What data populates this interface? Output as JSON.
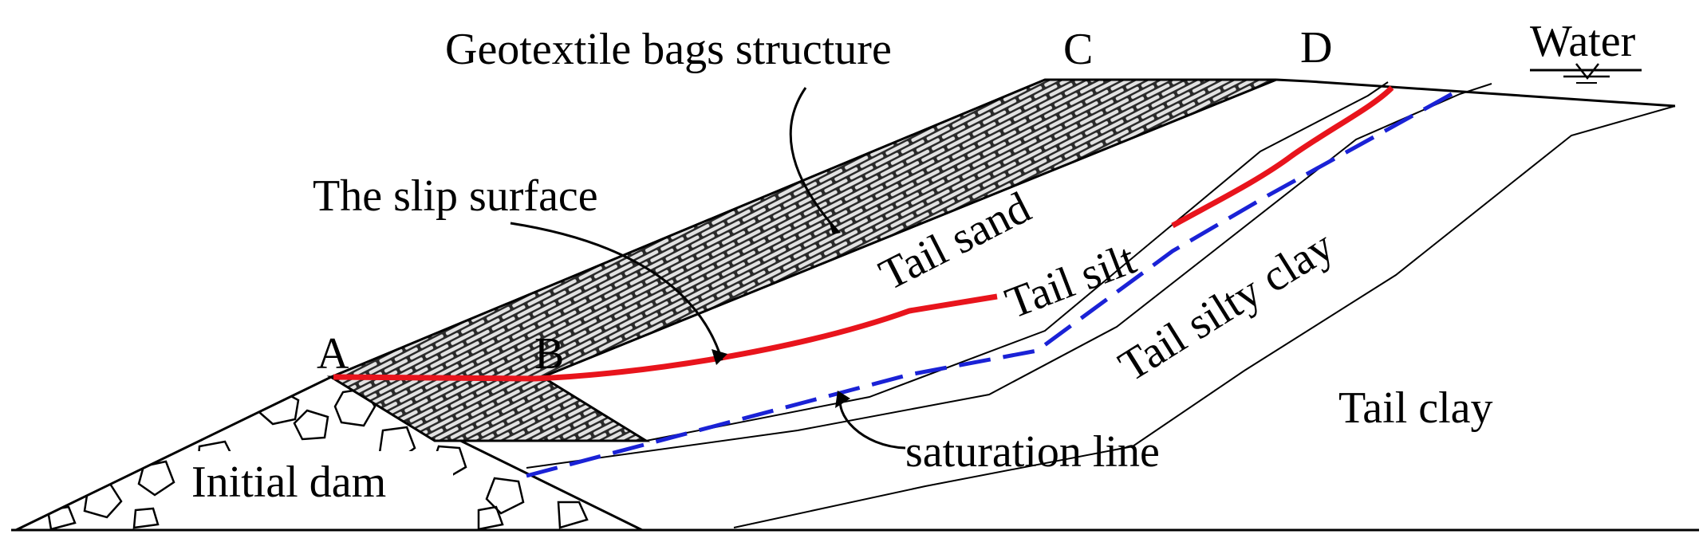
{
  "labels": {
    "geotextile": "Geotextile bags structure",
    "point_c": "C",
    "point_d": "D",
    "water": "Water",
    "slip_surface": "The slip surface",
    "tail_sand": "Tail sand",
    "tail_silt": "Tail silt",
    "tail_silty_clay": "Tail silty clay",
    "tail_clay": "Tail clay",
    "point_a": "A",
    "point_b": "B",
    "saturation_line": "saturation line",
    "initial_dam": "Initial dam"
  },
  "colors": {
    "slip_surface": "#e8141c",
    "saturation_line": "#1a22d6",
    "geotextile_fill": "#2a2a2a",
    "brick_face": "#e2e2e2"
  }
}
